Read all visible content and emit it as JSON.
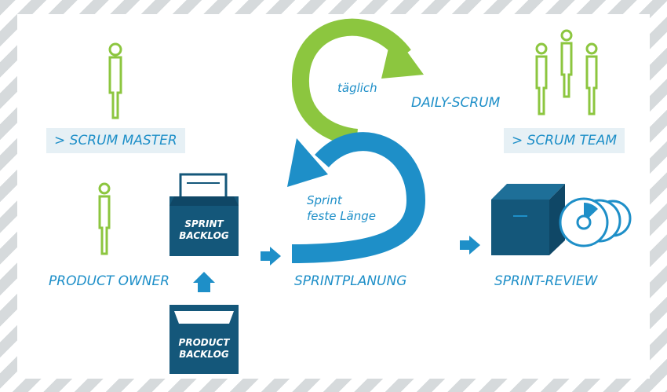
{
  "roles": {
    "scrum_master": "> SCRUM MASTER",
    "scrum_team": "> SCRUM TEAM",
    "product_owner": "PRODUCT OWNER"
  },
  "backlogs": {
    "sprint_backlog": [
      "SPRINT",
      "BACKLOG"
    ],
    "product_backlog": [
      "PRODUCT",
      "BACKLOG"
    ]
  },
  "cycle": {
    "daily_label": "täglich",
    "daily_scrum": "DAILY-SCRUM",
    "sprint_line1": "Sprint",
    "sprint_line2": "feste Länge",
    "sprint_planning": "SPRINTPLANUNG",
    "sprint_review": "SPRINT-REVIEW"
  },
  "colors": {
    "green": "#8cc63f",
    "blue": "#1e8fc8",
    "dark_blue": "#14577a",
    "tag_bg": "#e6f0f5"
  }
}
